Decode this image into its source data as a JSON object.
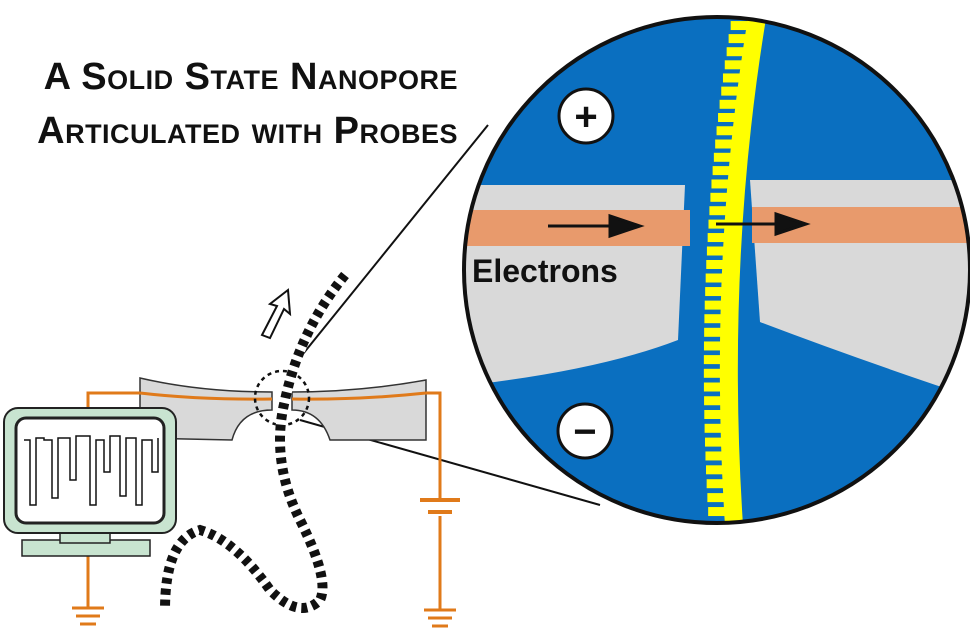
{
  "title": {
    "line1": "A Solid State Nanopore",
    "line2": "Articulated with Probes"
  },
  "labels": {
    "electrons": "Electrons",
    "positive": "+",
    "negative": "−"
  },
  "colors": {
    "electrolyte": "#0a6fc0",
    "membrane": "#d9d9d9",
    "electrode": "#e89a6c",
    "dna": "#ffff00",
    "wire": "#e07a1a",
    "monitor": "#c8e4d0",
    "outline": "#222222"
  }
}
